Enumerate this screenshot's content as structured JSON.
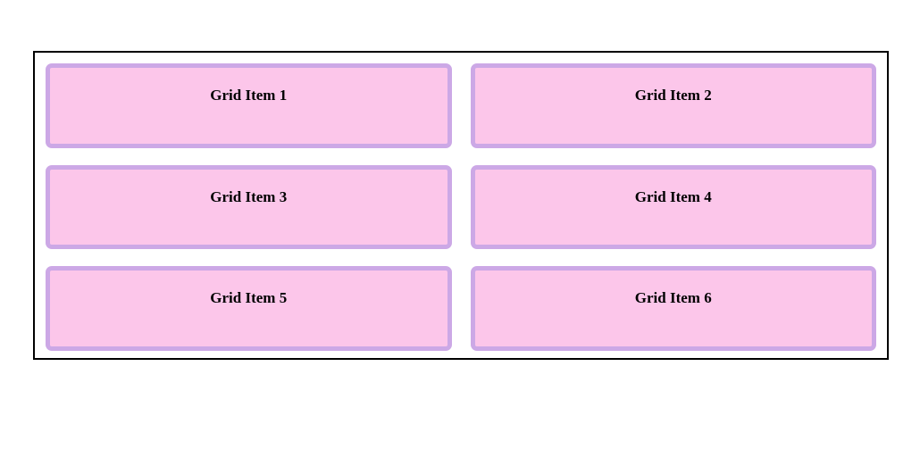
{
  "page": {
    "background_color": "#ffffff"
  },
  "grid": {
    "container": {
      "border_color": "#000000",
      "background_color": "#ffffff"
    },
    "item_style": {
      "background_color": "#fcc6ea",
      "border_color": "#cca8e6",
      "text_color": "#000000"
    },
    "items": [
      {
        "label": "Grid Item 1"
      },
      {
        "label": "Grid Item 2"
      },
      {
        "label": "Grid Item 3"
      },
      {
        "label": "Grid Item 4"
      },
      {
        "label": "Grid Item 5"
      },
      {
        "label": "Grid Item 6"
      }
    ]
  }
}
